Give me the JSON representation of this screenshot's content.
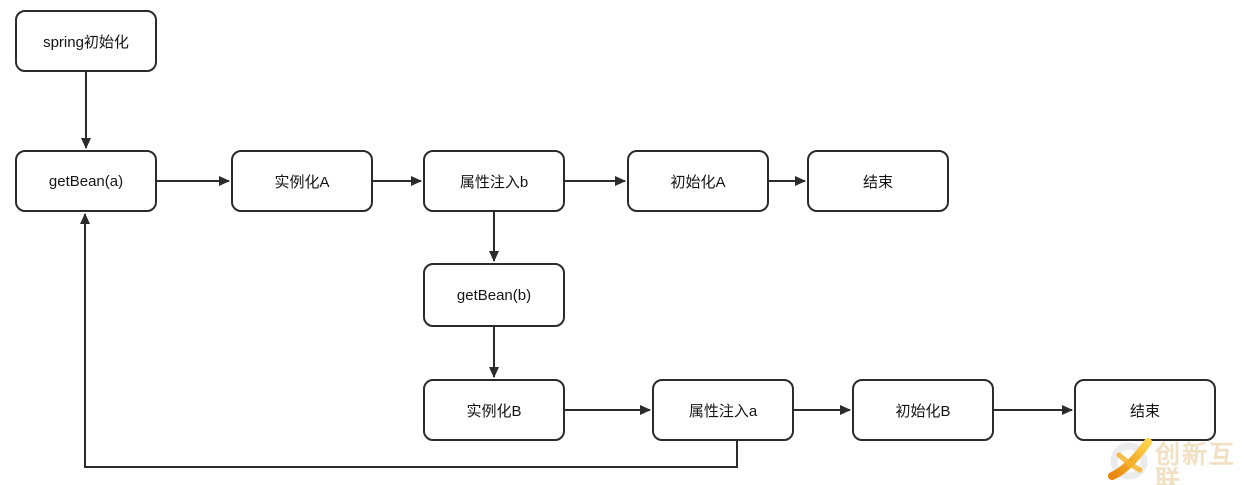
{
  "diagram": {
    "nodes": {
      "spring_init": "spring初始化",
      "getbean_a": "getBean(a)",
      "instantiate_a": "实例化A",
      "inject_b": "属性注入b",
      "init_a": "初始化A",
      "end_a": "结束",
      "getbean_b": "getBean(b)",
      "instantiate_b": "实例化B",
      "inject_a": "属性注入a",
      "init_b": "初始化B",
      "end_b": "结束"
    },
    "edges": [
      {
        "from": "spring_init",
        "to": "getbean_a"
      },
      {
        "from": "getbean_a",
        "to": "instantiate_a"
      },
      {
        "from": "instantiate_a",
        "to": "inject_b"
      },
      {
        "from": "inject_b",
        "to": "init_a"
      },
      {
        "from": "init_a",
        "to": "end_a"
      },
      {
        "from": "inject_b",
        "to": "getbean_b"
      },
      {
        "from": "getbean_b",
        "to": "instantiate_b"
      },
      {
        "from": "instantiate_b",
        "to": "inject_a"
      },
      {
        "from": "inject_a",
        "to": "init_b"
      },
      {
        "from": "init_b",
        "to": "end_b"
      },
      {
        "from": "inject_a",
        "to": "getbean_a"
      }
    ]
  },
  "watermark": {
    "text": "创新互联",
    "logo": "cxhl-logo-icon",
    "accent_color": "#f5a10c",
    "text_color": "#f1e0c2"
  },
  "colors": {
    "background": "#ffffff",
    "node_fill": "#ffffff",
    "node_border": "#2b2b2b",
    "arrow": "#2b2b2b"
  }
}
